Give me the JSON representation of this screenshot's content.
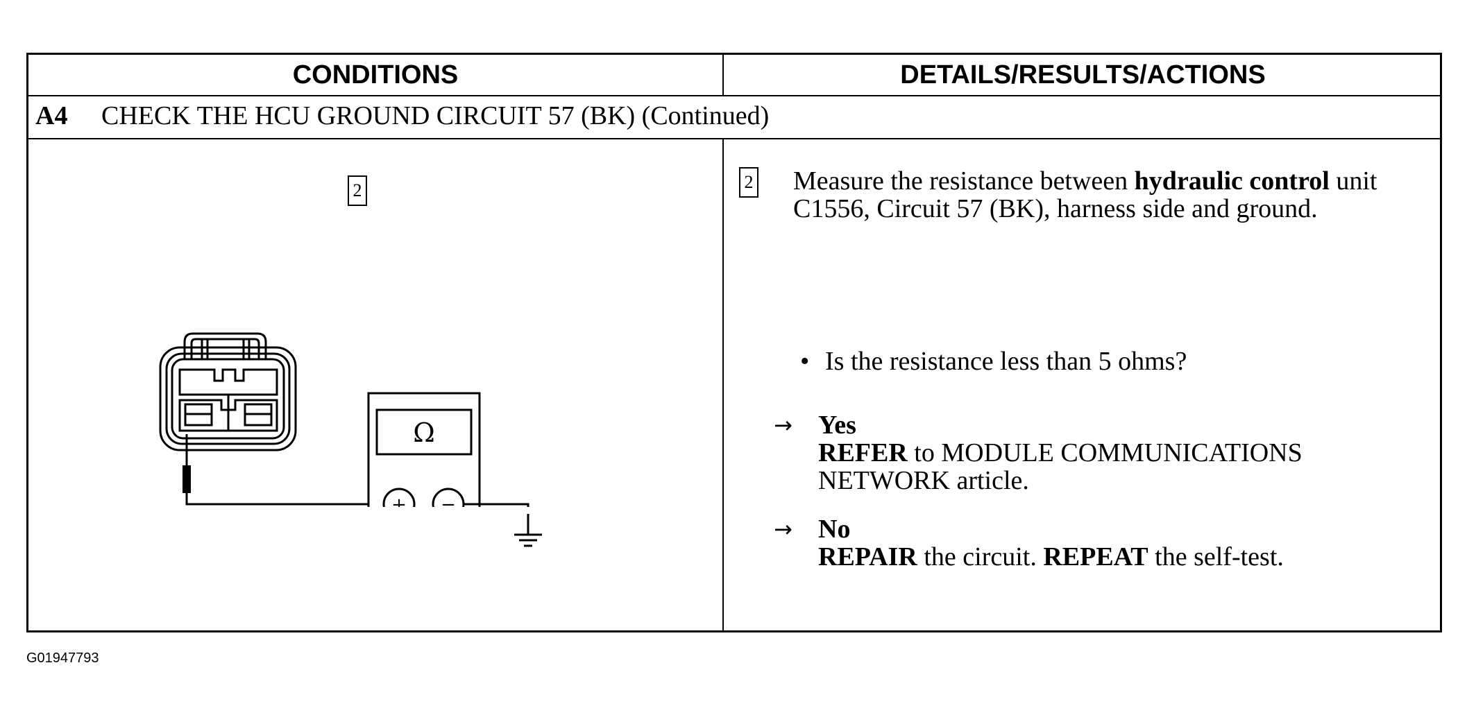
{
  "table": {
    "header_left": "CONDITIONS",
    "header_right": "DETAILS/RESULTS/ACTIONS",
    "step_id": "A4",
    "step_title": "CHECK THE HCU GROUND CIRCUIT 57 (BK) (Continued)"
  },
  "conditions": {
    "step_marker": "2",
    "meter_symbol": "Ω",
    "plus_symbol": "+",
    "minus_symbol": "−"
  },
  "details": {
    "step_marker": "2",
    "text_part1": "Measure the resistance between ",
    "text_bold": "hydraulic control",
    "text_part2": " unit C1556, Circuit 57 (BK), harness side and ground.",
    "question": "Is the resistance less than 5 ohms?",
    "yes_label": "Yes",
    "yes_bold": "REFER",
    "yes_text": " to MODULE COMMUNICATIONS",
    "yes_text2": "NETWORK article.",
    "no_label": "No",
    "no_bold1": "REPAIR",
    "no_text1": " the circuit. ",
    "no_bold2": "REPEAT",
    "no_text2": " the self-test."
  },
  "figure_id": "G01947793"
}
